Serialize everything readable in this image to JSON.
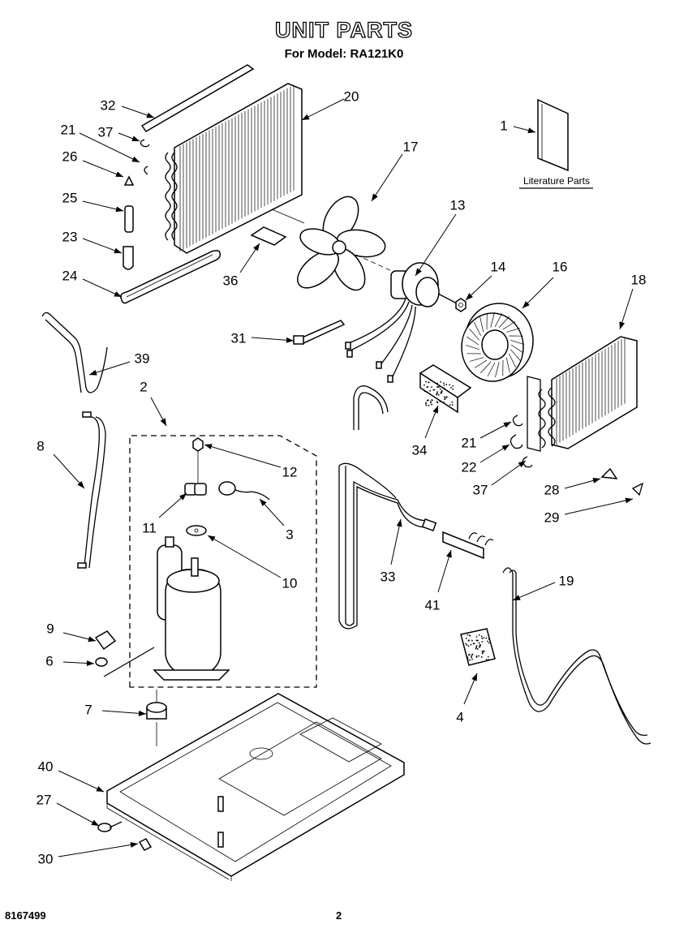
{
  "header": {
    "title": "UNIT PARTS",
    "subtitle": "For Model: RA121K0"
  },
  "footer": {
    "doc_number": "8167499",
    "page_number": "2"
  },
  "literature_label": "Literature Parts",
  "callouts": [
    "1",
    "2",
    "3",
    "4",
    "6",
    "7",
    "8",
    "9",
    "10",
    "11",
    "12",
    "13",
    "14",
    "16",
    "17",
    "18",
    "19",
    "20",
    "21",
    "21",
    "22",
    "23",
    "24",
    "25",
    "26",
    "27",
    "28",
    "29",
    "30",
    "31",
    "32",
    "33",
    "34",
    "36",
    "37",
    "37",
    "39",
    "40",
    "41"
  ]
}
